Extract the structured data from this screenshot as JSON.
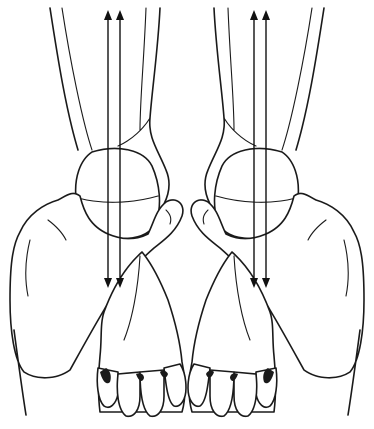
{
  "figure": {
    "views": [
      {
        "side": "left",
        "stroke_color": "#1a1a1a"
      },
      {
        "side": "right",
        "stroke_color": "#1a1a1a"
      }
    ],
    "axis_arrows": {
      "count_per_view": 2,
      "direction": "bidirectional-vertical",
      "color": "#111111"
    },
    "background": "#ffffff"
  }
}
